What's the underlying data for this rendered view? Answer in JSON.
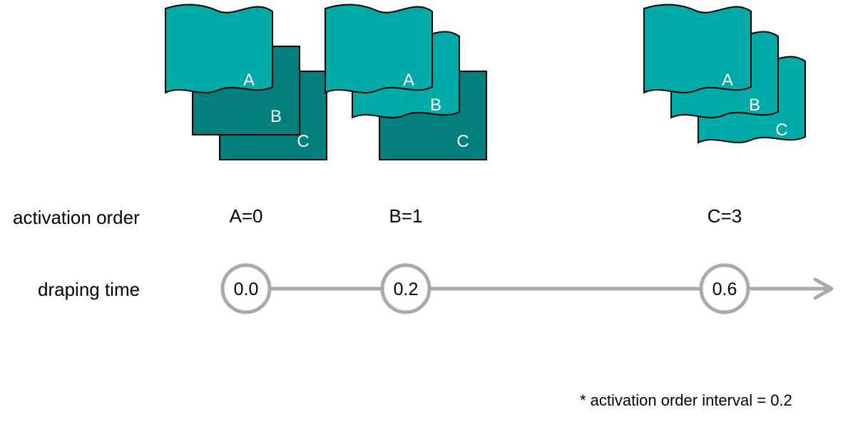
{
  "labels": {
    "activation_order": "activation order",
    "draping_time": "draping time",
    "footnote": "* activation order interval = 0.2"
  },
  "stages": [
    {
      "order_label": "A=0",
      "time_label": "0.0",
      "sheets": [
        {
          "label": "A",
          "draped": true
        },
        {
          "label": "B",
          "draped": false
        },
        {
          "label": "C",
          "draped": false
        }
      ]
    },
    {
      "order_label": "B=1",
      "time_label": "0.2",
      "sheets": [
        {
          "label": "A",
          "draped": true
        },
        {
          "label": "B",
          "draped": true
        },
        {
          "label": "C",
          "draped": false
        }
      ]
    },
    {
      "order_label": "C=3",
      "time_label": "0.6",
      "sheets": [
        {
          "label": "A",
          "draped": true
        },
        {
          "label": "B",
          "draped": true
        },
        {
          "label": "C",
          "draped": true
        }
      ]
    }
  ],
  "colors": {
    "draped_fill": "#00aaa7",
    "flat_fill": "#007f7c",
    "outline": "#000000",
    "timeline": "#aaaaaa",
    "sheet_label": "#ffffff"
  }
}
